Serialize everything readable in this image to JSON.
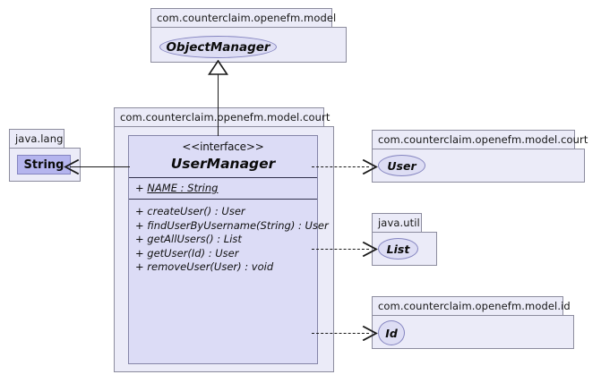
{
  "diagram": {
    "type": "uml-class-diagram",
    "background": "#ffffff"
  },
  "packages": {
    "model": {
      "label": "com.counterclaim.openefm.model"
    },
    "model_court_main": {
      "label": "com.counterclaim.openefm.model.court"
    },
    "java_lang": {
      "label": "java.lang"
    },
    "model_court_user": {
      "label": "com.counterclaim.openefm.model.court"
    },
    "java_util": {
      "label": "java.util"
    },
    "model_id": {
      "label": "com.counterclaim.openefm.model.id"
    }
  },
  "nodes": {
    "object_manager": {
      "label": "ObjectManager",
      "shape": "ellipse",
      "kind": "interface"
    },
    "string": {
      "label": "String",
      "shape": "rect",
      "kind": "class"
    },
    "user": {
      "label": "User",
      "shape": "ellipse",
      "kind": "interface"
    },
    "list": {
      "label": "List",
      "shape": "ellipse",
      "kind": "interface"
    },
    "id": {
      "label": "Id",
      "shape": "circle",
      "kind": "interface"
    }
  },
  "user_manager": {
    "stereotype": "<<interface>>",
    "title": "UserManager",
    "attributes": [
      {
        "visibility": "+",
        "text": "NAME : String",
        "static": true
      }
    ],
    "methods": [
      {
        "visibility": "+",
        "text": "createUser() : User"
      },
      {
        "visibility": "+",
        "text": "findUserByUsername(String) : User"
      },
      {
        "visibility": "+",
        "text": "getAllUsers() : List"
      },
      {
        "visibility": "+",
        "text": "getUser(Id) : User"
      },
      {
        "visibility": "+",
        "text": "removeUser(User) : void"
      }
    ]
  },
  "relations": [
    {
      "from": "UserManager",
      "to": "ObjectManager",
      "type": "generalization",
      "style": "solid",
      "arrow": "hollow-triangle"
    },
    {
      "from": "UserManager",
      "to": "String",
      "type": "association",
      "style": "solid",
      "arrow": "open"
    },
    {
      "from": "UserManager",
      "to": "User",
      "type": "dependency",
      "style": "dashed",
      "arrow": "open"
    },
    {
      "from": "UserManager",
      "to": "List",
      "type": "dependency",
      "style": "dashed",
      "arrow": "open"
    },
    {
      "from": "UserManager",
      "to": "Id",
      "type": "dependency",
      "style": "dashed",
      "arrow": "open"
    }
  ],
  "colors": {
    "package_fill": "#ebebf8",
    "package_border": "#8c8c9e",
    "interface_fill": "#ddddf4",
    "interface_border": "#8585c0",
    "class_fill": "#b5b5ee",
    "box_fill": "#dcdcf6",
    "line": "#1a1a1a"
  }
}
